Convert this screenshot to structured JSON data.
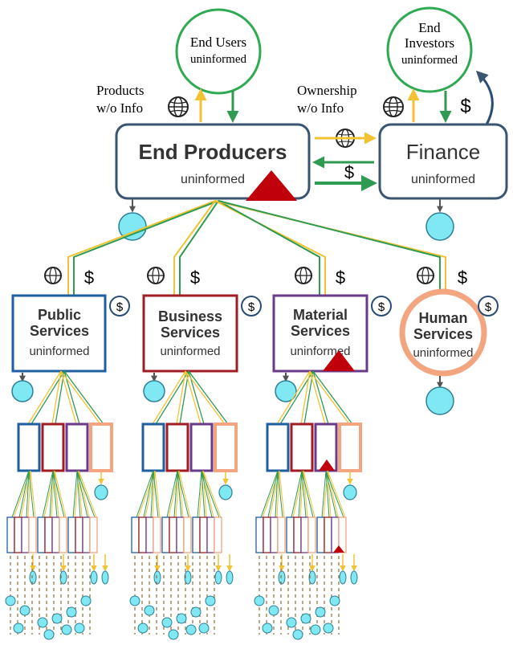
{
  "top": {
    "end_users": {
      "title": "End Users",
      "status": "uninformed"
    },
    "end_investors": {
      "title_line1": "End",
      "title_line2": "Investors",
      "status": "uninformed"
    },
    "end_producers": {
      "title": "End Producers",
      "status": "uninformed"
    },
    "finance": {
      "title": "Finance",
      "status": "uninformed"
    },
    "products_label": {
      "line1": "Products",
      "line2": "w/o Info"
    },
    "ownership_label": {
      "line1": "Ownership",
      "line2": "w/o Info"
    },
    "dollar": "$"
  },
  "services": [
    {
      "title_line1": "Public",
      "title_line2": "Services",
      "status": "uninformed",
      "color": "#1f5fa0"
    },
    {
      "title_line1": "Business",
      "title_line2": "Services",
      "status": "uninformed",
      "color": "#a01c22"
    },
    {
      "title_line1": "Material",
      "title_line2": "Services",
      "status": "uninformed",
      "color": "#6a3a8a"
    },
    {
      "title_line1": "Human",
      "title_line2": "Services",
      "status": "uninformed",
      "color": "#f2a57e"
    }
  ],
  "colors": {
    "producer_border": "#3a5571",
    "green": "#2e9a52",
    "yellow": "#f1c232",
    "node_fill": "#7fe8f3",
    "node_stroke": "#2e7f95",
    "warning_red": "#c0000b",
    "dark_blue": "#2a4d73",
    "green_circle": "#2faa52"
  }
}
